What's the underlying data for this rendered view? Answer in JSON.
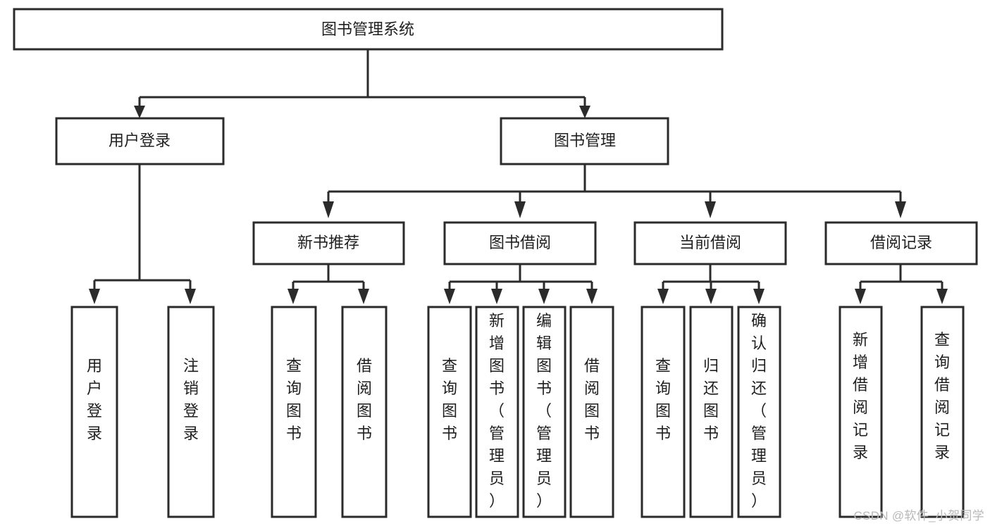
{
  "diagram": {
    "type": "tree-hierarchy-chart",
    "title_node": "图书管理系统",
    "orientation": "top-down",
    "colors": {
      "box_stroke": "#2b2b2b",
      "box_fill": "#ffffff",
      "text": "#1f1f1f",
      "background": "#ffffff",
      "watermark": "#b8b8b8"
    },
    "levels": {
      "level1": [
        "图书管理系统"
      ],
      "level2": [
        "用户登录",
        "图书管理"
      ],
      "level3": [
        "新书推荐",
        "图书借阅",
        "当前借阅",
        "借阅记录"
      ],
      "level4": [
        "用户登录",
        "注销登录",
        "查询图书",
        "借阅图书",
        "查询图书",
        "新增图书（管理员）",
        "编辑图书（管理员）",
        "借阅图书",
        "查询图书",
        "归还图书",
        "确认归还（管理员）",
        "新增借阅记录",
        "查询借阅记录"
      ]
    },
    "nodes": {
      "root": {
        "label": "图书管理系统"
      },
      "user_login": {
        "label": "用户登录"
      },
      "book_manage": {
        "label": "图书管理"
      },
      "new_book_rec": {
        "label": "新书推荐"
      },
      "book_borrow": {
        "label": "图书借阅"
      },
      "current_borrow": {
        "label": "当前借阅"
      },
      "borrow_record": {
        "label": "借阅记录"
      },
      "leaf_user_login": {
        "label": "用户登录"
      },
      "leaf_logout": {
        "label": "注销登录"
      },
      "leaf_query_book_1": {
        "label": "查询图书"
      },
      "leaf_borrow_book_1": {
        "label": "借阅图书"
      },
      "leaf_query_book_2": {
        "label": "查询图书"
      },
      "leaf_add_book": {
        "label": "新增图书（管理员）"
      },
      "leaf_edit_book": {
        "label": "编辑图书（管理员）"
      },
      "leaf_borrow_book_2": {
        "label": "借阅图书"
      },
      "leaf_query_book_3": {
        "label": "查询图书"
      },
      "leaf_return_book": {
        "label": "归还图书"
      },
      "leaf_confirm_return": {
        "label": "确认归还（管理员）"
      },
      "leaf_add_record": {
        "label": "新增借阅记录"
      },
      "leaf_query_record": {
        "label": "查询借阅记录"
      }
    }
  },
  "watermark": {
    "text": "CSDN @软件_小贺同学"
  }
}
